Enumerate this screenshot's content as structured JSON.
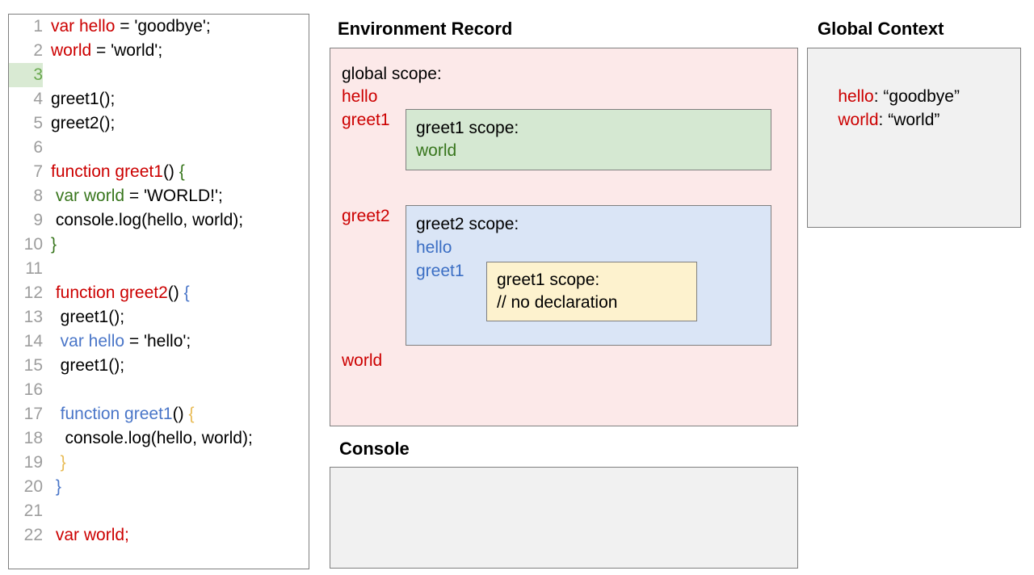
{
  "code_panel": {
    "lines": [
      {
        "num": "1",
        "highlight": false,
        "tokens": [
          {
            "t": "var hello",
            "c": "red"
          },
          {
            "t": " = 'goodbye';",
            "c": "black"
          }
        ]
      },
      {
        "num": "2",
        "highlight": false,
        "tokens": [
          {
            "t": "world",
            "c": "red"
          },
          {
            "t": " = 'world';",
            "c": "black"
          }
        ]
      },
      {
        "num": "3",
        "highlight": true,
        "tokens": [
          {
            "t": "",
            "c": "black"
          }
        ]
      },
      {
        "num": "4",
        "highlight": false,
        "tokens": [
          {
            "t": "greet1();",
            "c": "black"
          }
        ]
      },
      {
        "num": "5",
        "highlight": false,
        "tokens": [
          {
            "t": "greet2();",
            "c": "black"
          }
        ]
      },
      {
        "num": "6",
        "highlight": false,
        "tokens": [
          {
            "t": "",
            "c": "black"
          }
        ]
      },
      {
        "num": "7",
        "highlight": false,
        "tokens": [
          {
            "t": "function greet1",
            "c": "red"
          },
          {
            "t": "() ",
            "c": "black"
          },
          {
            "t": "{",
            "c": "green"
          }
        ]
      },
      {
        "num": "8",
        "highlight": false,
        "tokens": [
          {
            "t": " ",
            "c": "black"
          },
          {
            "t": "var world",
            "c": "green"
          },
          {
            "t": " = 'WORLD!';",
            "c": "black"
          }
        ]
      },
      {
        "num": "9",
        "highlight": false,
        "tokens": [
          {
            "t": " console.log(hello, world);",
            "c": "black"
          }
        ]
      },
      {
        "num": "10",
        "highlight": false,
        "tokens": [
          {
            "t": "}",
            "c": "green"
          }
        ]
      },
      {
        "num": "11",
        "highlight": false,
        "tokens": [
          {
            "t": "",
            "c": "black"
          }
        ]
      },
      {
        "num": "12",
        "highlight": false,
        "tokens": [
          {
            "t": " ",
            "c": "black"
          },
          {
            "t": "function greet2",
            "c": "red"
          },
          {
            "t": "() ",
            "c": "black"
          },
          {
            "t": "{",
            "c": "blue"
          }
        ]
      },
      {
        "num": "13",
        "highlight": false,
        "tokens": [
          {
            "t": "  greet1();",
            "c": "black"
          }
        ]
      },
      {
        "num": "14",
        "highlight": false,
        "tokens": [
          {
            "t": "  ",
            "c": "black"
          },
          {
            "t": "var hello",
            "c": "blue"
          },
          {
            "t": " = 'hello';",
            "c": "black"
          }
        ]
      },
      {
        "num": "15",
        "highlight": false,
        "tokens": [
          {
            "t": "  greet1();",
            "c": "black"
          }
        ]
      },
      {
        "num": "16",
        "highlight": false,
        "tokens": [
          {
            "t": "",
            "c": "black"
          }
        ]
      },
      {
        "num": "17",
        "highlight": false,
        "tokens": [
          {
            "t": "  ",
            "c": "black"
          },
          {
            "t": "function greet1",
            "c": "blue"
          },
          {
            "t": "() ",
            "c": "black"
          },
          {
            "t": "{",
            "c": "gold"
          }
        ]
      },
      {
        "num": "18",
        "highlight": false,
        "tokens": [
          {
            "t": "   console.log(hello, world);",
            "c": "black"
          }
        ]
      },
      {
        "num": "19",
        "highlight": false,
        "tokens": [
          {
            "t": "  ",
            "c": "black"
          },
          {
            "t": "}",
            "c": "gold"
          }
        ]
      },
      {
        "num": "20",
        "highlight": false,
        "tokens": [
          {
            "t": " ",
            "c": "black"
          },
          {
            "t": "}",
            "c": "blue"
          }
        ]
      },
      {
        "num": "21",
        "highlight": false,
        "tokens": [
          {
            "t": "",
            "c": "black"
          }
        ]
      },
      {
        "num": "22",
        "highlight": false,
        "tokens": [
          {
            "t": " ",
            "c": "black"
          },
          {
            "t": "var world;",
            "c": "red"
          }
        ]
      }
    ]
  },
  "environment_record": {
    "title": "Environment Record",
    "global_scope_label": "global scope:",
    "global_bindings": [
      {
        "name": "hello",
        "color": "red"
      },
      {
        "name": "greet1",
        "color": "red"
      },
      {
        "name": "greet2",
        "color": "red"
      },
      {
        "name": "world",
        "color": "red"
      }
    ],
    "greet1_scope": {
      "label": "greet1 scope:",
      "bindings": [
        {
          "name": "world",
          "color": "green"
        }
      ]
    },
    "greet2_scope": {
      "label": "greet2 scope:",
      "bindings": [
        {
          "name": "hello",
          "color": "blue"
        },
        {
          "name": "greet1",
          "color": "blue"
        }
      ],
      "nested_greet1_scope": {
        "label": "greet1 scope:",
        "note": "// no declaration"
      }
    }
  },
  "console": {
    "title": "Console",
    "output": ""
  },
  "global_context": {
    "title": "Global Context",
    "entries": [
      {
        "name": "hello",
        "value": "“goodbye”"
      },
      {
        "name": "world",
        "value": "“world”"
      }
    ]
  },
  "colors": {
    "red": "#cc0000",
    "green": "#38761d",
    "blue": "#3c6fc4",
    "gold": "#e8bb55",
    "env_panel_bg": "#fce9e9",
    "greet1_scope_bg": "#d5e8d2",
    "greet2_scope_bg": "#dae5f6",
    "nested_scope_bg": "#fdf2ce",
    "neutral_panel_bg": "#f1f1f1",
    "border": "#7f7f7f",
    "line_number": "#9d9d9d",
    "line_highlight_bg": "#d9ead3"
  }
}
